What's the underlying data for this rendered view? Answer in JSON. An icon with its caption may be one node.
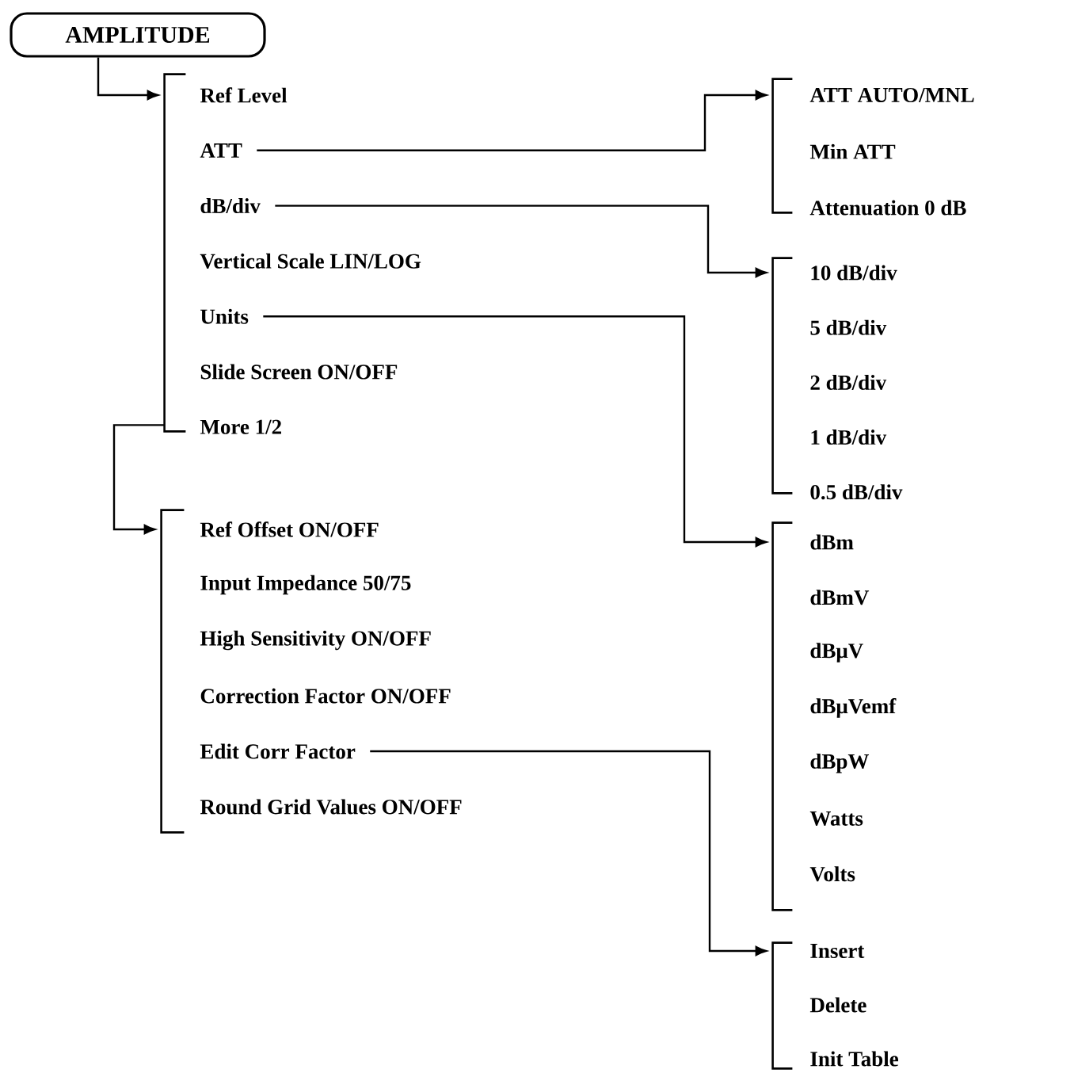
{
  "diagram": {
    "nodes": [
      {
        "text": [
          "AMPLITUDE"
        ]
      },
      {
        "text": [],
        "shape": "bracket"
      },
      {
        "text": [
          "Ref Level"
        ]
      },
      {
        "text": [
          "ATT"
        ]
      },
      {
        "text": [
          "dB/div"
        ]
      },
      {
        "text": [
          "Vertical Scale LIN/LOG"
        ]
      },
      {
        "text": [
          "Units"
        ]
      },
      {
        "text": [
          "Slide Screen ON/OFF"
        ]
      },
      {
        "text": [
          "More 1/2"
        ]
      },
      {
        "text": [],
        "shape": "bracket"
      },
      {
        "text": [
          "ATT AUTO/MNL"
        ]
      },
      {
        "text": [
          "Min ATT"
        ]
      },
      {
        "text": [
          "Attenuation 0 dB"
        ]
      },
      {
        "text": [],
        "shape": "bracket"
      },
      {
        "text": [
          "10 dB/div"
        ]
      },
      {
        "text": [
          "5 dB/div"
        ]
      },
      {
        "text": [
          "2 dB/div"
        ]
      },
      {
        "text": [
          "1 dB/div"
        ]
      },
      {
        "text": [
          "0.5 dB/div"
        ]
      },
      {
        "text": [],
        "shape": "bracket"
      },
      {
        "text": [
          "dBm"
        ]
      },
      {
        "text": [
          "dBmV"
        ]
      },
      {
        "text": [
          "dBμV"
        ]
      },
      {
        "text": [
          "dBμVemf"
        ]
      },
      {
        "text": [
          "dBpW"
        ]
      },
      {
        "text": [
          "Watts"
        ]
      },
      {
        "text": [
          "Volts"
        ]
      },
      {
        "text": [],
        "shape": "bracket"
      },
      {
        "text": [
          "Ref Offset ON/OFF"
        ]
      },
      {
        "text": [
          "Input Impedance 50/75"
        ]
      },
      {
        "text": [
          "High Sensitivity ON/OFF"
        ]
      },
      {
        "text": [
          "Correction Factor ON/OFF"
        ]
      },
      {
        "text": [
          "Edit Corr Factor"
        ]
      },
      {
        "text": [
          "Round Grid Values ON/OFF"
        ]
      },
      {
        "text": [],
        "shape": "bracket"
      },
      {
        "text": [
          "Insert"
        ]
      },
      {
        "text": [
          "Delete"
        ]
      },
      {
        "text": [
          "Init Table"
        ]
      }
    ],
    "edges": [
      {
        "from": 0,
        "to": 1,
        "arrow": "to"
      },
      {
        "from": 3,
        "to": 9,
        "arrow": "to"
      },
      {
        "from": 4,
        "to": 13,
        "arrow": "to"
      },
      {
        "from": 6,
        "to": 19,
        "arrow": "to"
      },
      {
        "from": 1,
        "to": 27,
        "arrow": "to"
      },
      {
        "from": 32,
        "to": 34,
        "arrow": "to"
      }
    ]
  }
}
